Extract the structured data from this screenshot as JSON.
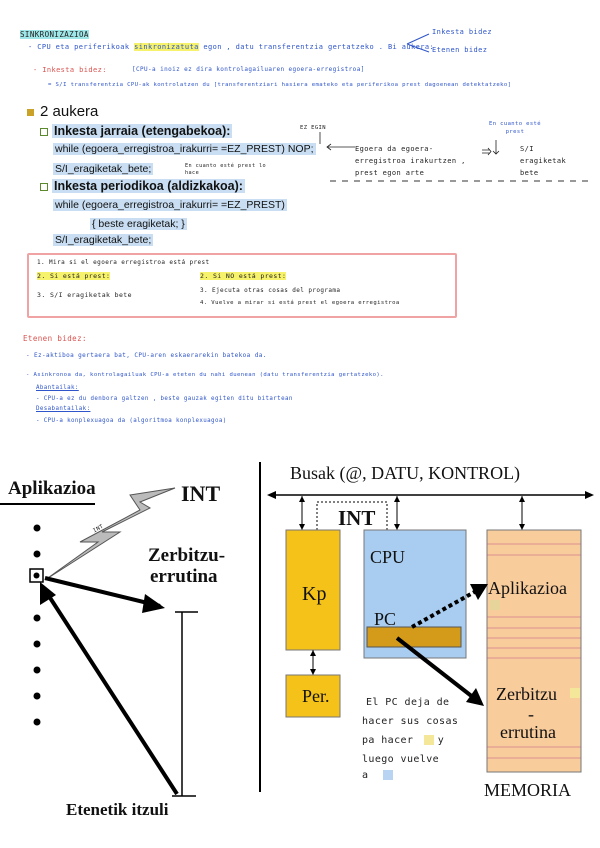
{
  "notes": {
    "title": "SINKRONIZAZIOA",
    "line1_pre": "- CPU eta periferikoak ",
    "line1_hl": "sinkronizatuta",
    "line1_post": " egon , datu transferentzia gertatzeko . Bi aukera:",
    "branch_top": "Inkesta bidez",
    "branch_bottom": "Etenen bidez",
    "inkesta_label": "- Inkesta bidez:",
    "inkesta_def": "[CPU-a inoiz ez dira kontrolagailuaren egoera-erregistroa]",
    "inkesta_line": "= S/I transferentzia CPU-ak kontrolatzen du [transferentziari hasiera emateko eta periferikoa prest dagoenean detektatzeko]",
    "aukera_title": "2 aukera",
    "jarraia_title": "Inkesta jarraia (etengabekoa):",
    "jarraia_code1": "while (egoera_erregistroa_irakurri= =EZ_PREST) NOP;",
    "jarraia_code2": "S/I_eragiketak_bete;",
    "ezegin": "EZ EGIN",
    "egiaztapen": "Egoera da egoera-erregistroa irakurtzen , prest egon arte",
    "en_cuanto_small": "En cuanto esté prest lo hace",
    "en_cuanto_top": "En cuanto esté prest",
    "si_eragiketak": "S/I eragiketak bete",
    "periodikoa_title": "Inkesta periodikoa (aldizkakoa):",
    "periodikoa_code1": "while (egoera_erregistroa_irakurri= =EZ_PREST)",
    "periodikoa_code2": "{ beste eragiketak; }",
    "periodikoa_code3": "S/I_eragiketak_bete;",
    "box": {
      "l1": "1.  Mira si el egoera erregistroa está prest",
      "l2a": "2.  Si está prest:",
      "l2b": "2.  Si NO está prest:",
      "l3a": "3.  S/I eragiketak bete",
      "l3b": "3.  Ejecuta otras cosas del programa",
      "l4b": "4.  Vuelve a mirar si está prest el egoera erregistroa"
    },
    "etenen_label": "Etenen bidez:",
    "etenen_l1": "- Ez-aktiboa gertaera bat, CPU-aren eskaerarekin batekoa da.",
    "etenen_l2": "- Asinkronoa da, kontrolagailuak CPU-a eteten du nahi duenean (datu transferentzia gertatzeko).",
    "abantailak": "Abantailak:",
    "abantailak_l": "- CPU-a ez du denbora galtzen , beste gauzak egiten ditu bitartean",
    "desabantailak": "Desabantailak:",
    "desabantailak_l": "- CPU-a konplexuagoa da (algoritmoa konplexuagoa)"
  },
  "diagram_left": {
    "aplikazioa": "Aplikazioa",
    "int": "INT",
    "int_small": "INT",
    "zerbitzu1": "Zerbitzu-",
    "zerbitzu2": "errutina",
    "etenetik": "Etenetik itzuli"
  },
  "diagram_right": {
    "busak": "Busak (@, DATU, KONTROL)",
    "int": "INT",
    "cpu": "CPU",
    "kp": "Kp",
    "pc": "PC",
    "per": "Per.",
    "aplikazioa": "Aplikazioa",
    "zerbitzu1": "Zerbitzu",
    "zerbitzu2": "-",
    "zerbitzu3": "errutina",
    "memoria": "MEMORIA",
    "note1": "El PC deja de",
    "note2": "hacer sus cosas",
    "note3": "pa hacer",
    "note4": "y",
    "note5": "luego vuelve",
    "note6": "a"
  },
  "colors": {
    "cpu_fill": "#a9cdf0",
    "kp_fill": "#f5c21a",
    "mem_fill": "#f9cc9c",
    "pc_fill": "#d49b1a"
  }
}
